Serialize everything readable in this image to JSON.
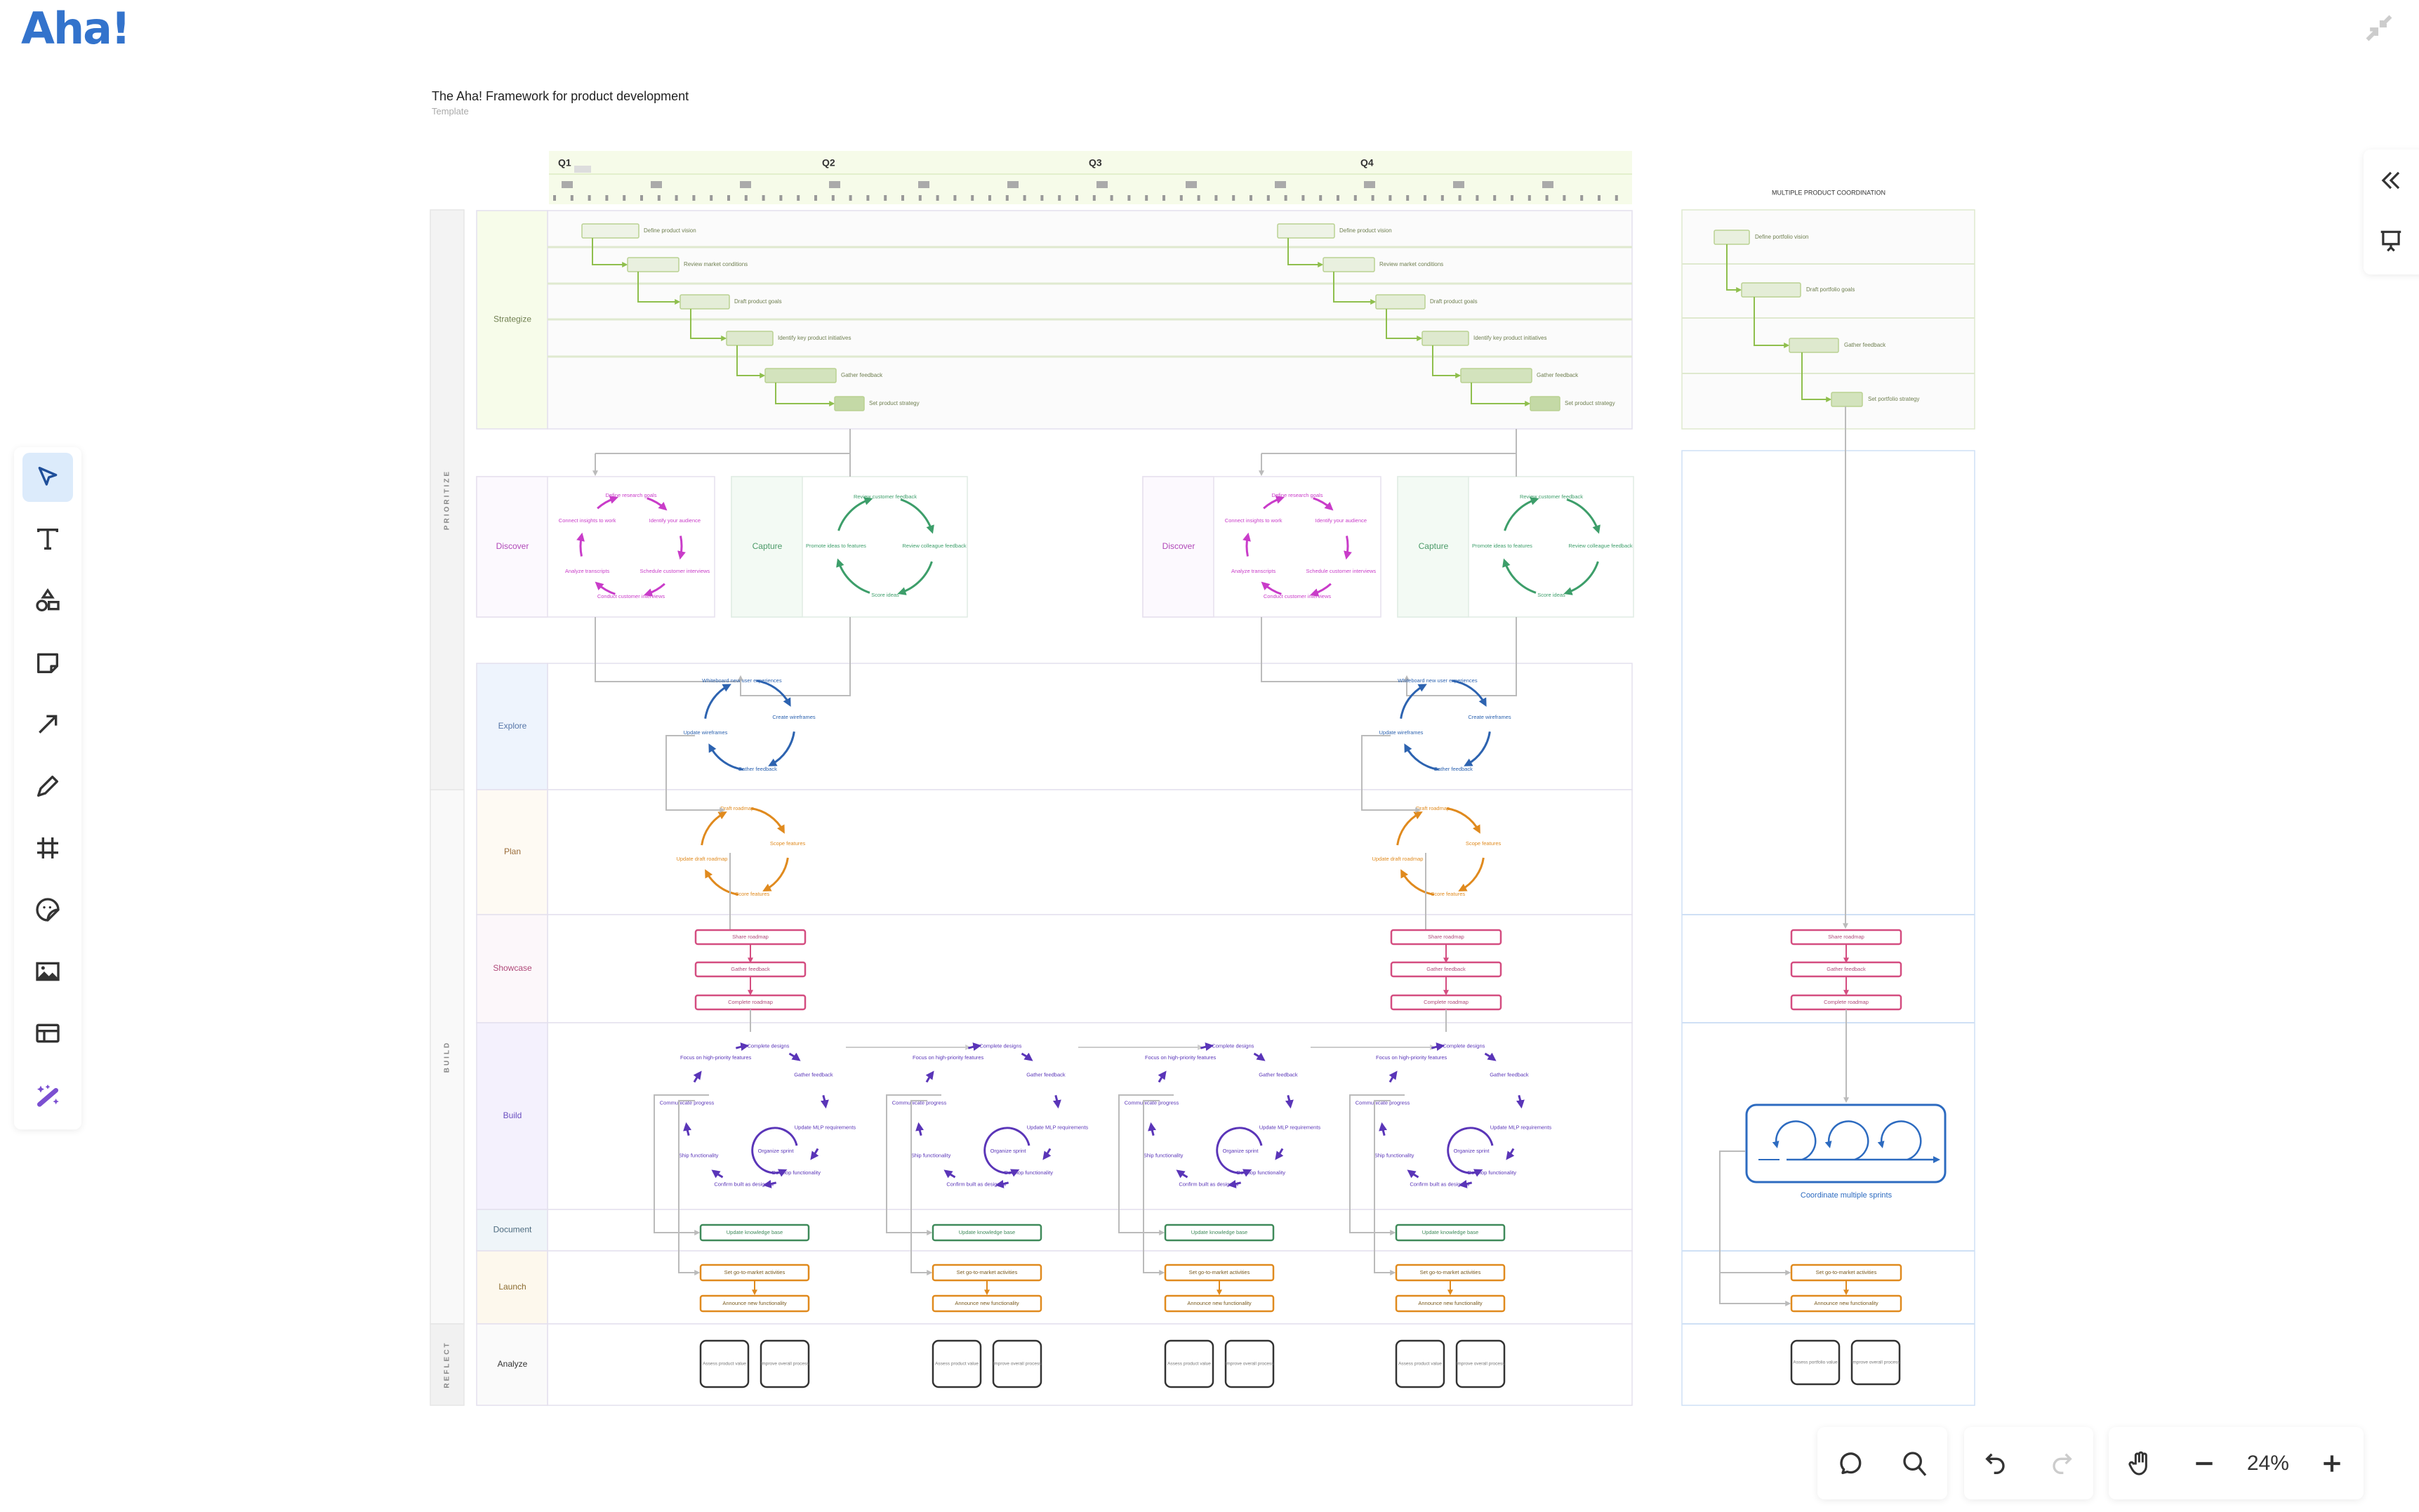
{
  "app": {
    "logo": "Aha!"
  },
  "board": {
    "title": "The Aha! Framework for product development",
    "subtitle": "Template"
  },
  "timeline": {
    "quarters": [
      "Q1",
      "Q2",
      "Q3",
      "Q4"
    ]
  },
  "phases": [
    "PRIORITIZE",
    "BUILD",
    "REFLECT"
  ],
  "lanes": {
    "strategize": "Strategize",
    "discover": "Discover",
    "capture": "Capture",
    "explore": "Explore",
    "plan": "Plan",
    "showcase": "Showcase",
    "build": "Build",
    "document": "Document",
    "launch": "Launch",
    "analyze": "Analyze"
  },
  "strategy_steps": [
    "Define product vision",
    "Review market conditions",
    "Draft product goals",
    "Identify key product initiatives",
    "Gather feedback",
    "Set product strategy"
  ],
  "discover_steps": [
    "Define research goals",
    "Identify your audience",
    "Schedule customer interviews",
    "Conduct customer interviews",
    "Analyze transcripts",
    "Connect insights to work"
  ],
  "capture_steps": [
    "Review customer feedback",
    "Review colleague feedback",
    "Score ideas",
    "Promote ideas to features"
  ],
  "explore_steps": [
    "Whiteboard new user experiences",
    "Create wireframes",
    "Gather feedback",
    "Update wireframes"
  ],
  "plan_steps": [
    "Draft roadmap",
    "Scope features",
    "Score features",
    "Update draft roadmap"
  ],
  "showcase_steps": [
    "Share roadmap",
    "Gather feedback",
    "Complete roadmap"
  ],
  "build_steps": [
    "Focus on high-priority features",
    "Complete designs",
    "Gather feedback",
    "Update MLP requirements",
    "Develop functionality",
    "Confirm built as designed",
    "Ship functionality",
    "Communicate progress"
  ],
  "build_inner": "Organize sprint",
  "document_steps": [
    "Update knowledge base"
  ],
  "launch_steps": [
    "Set go-to-market activities",
    "Announce new functionality"
  ],
  "analyze_steps": [
    "Assess product value",
    "Improve overall process"
  ],
  "portfolio": {
    "title": "MULTIPLE PRODUCT COORDINATION",
    "strategy_steps": [
      "Define portfolio vision",
      "Draft portfolio goals",
      "Gather feedback",
      "Set portfolio strategy"
    ],
    "showcase_steps": [
      "Share roadmap",
      "Gather feedback",
      "Complete roadmap"
    ],
    "sprints_label": "Coordinate multiple sprints",
    "launch_steps": [
      "Set go-to-market activities",
      "Announce new functionality"
    ],
    "analyze_steps": [
      "Assess portfolio value",
      "Improve overall process"
    ]
  },
  "toolbar": {
    "tools": [
      {
        "id": "select",
        "icon": "pointer-icon",
        "active": true
      },
      {
        "id": "text",
        "icon": "text-icon"
      },
      {
        "id": "shapes",
        "icon": "shapes-icon"
      },
      {
        "id": "sticky-note",
        "icon": "sticky-note-icon"
      },
      {
        "id": "connector",
        "icon": "arrow-icon"
      },
      {
        "id": "draw",
        "icon": "pencil-icon"
      },
      {
        "id": "frame",
        "icon": "frame-icon"
      },
      {
        "id": "sticker",
        "icon": "sticker-icon"
      },
      {
        "id": "image",
        "icon": "image-icon"
      },
      {
        "id": "template",
        "icon": "template-icon"
      },
      {
        "id": "ai",
        "icon": "magic-wand-icon"
      }
    ]
  },
  "zoom": {
    "level": "24%"
  },
  "colors": {
    "brand": "#3373cc",
    "strategize": "#8fbf4d",
    "discover": "#c93cc9",
    "capture": "#3d9e6a",
    "explore": "#2d63b0",
    "plan": "#e08a1e",
    "showcase": "#d44d80",
    "build": "#5a35b8",
    "document": "#3f8a5a",
    "launch": "#e08a1e",
    "analyze": "#333333",
    "sprints": "#2d6bc0"
  }
}
